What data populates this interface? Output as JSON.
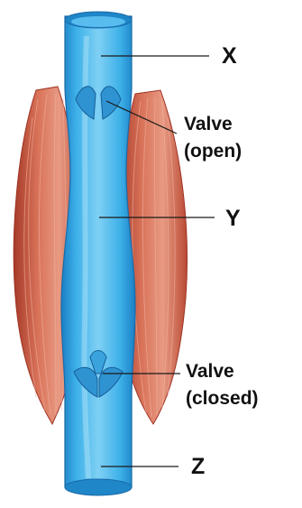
{
  "labels": {
    "x": "X",
    "y": "Y",
    "z": "Z",
    "valve_open": [
      "Valve",
      "(open)"
    ],
    "valve_closed": [
      "Valve",
      "(closed)"
    ]
  },
  "colors": {
    "vein_light": "#6cc6f0",
    "vein_mid": "#2fa6e2",
    "vein_dark": "#1877bd",
    "muscle_light": "#e28a73",
    "muscle_mid": "#c8563d",
    "muscle_dark": "#9e3424",
    "leader_line": "#1a1a1a"
  }
}
